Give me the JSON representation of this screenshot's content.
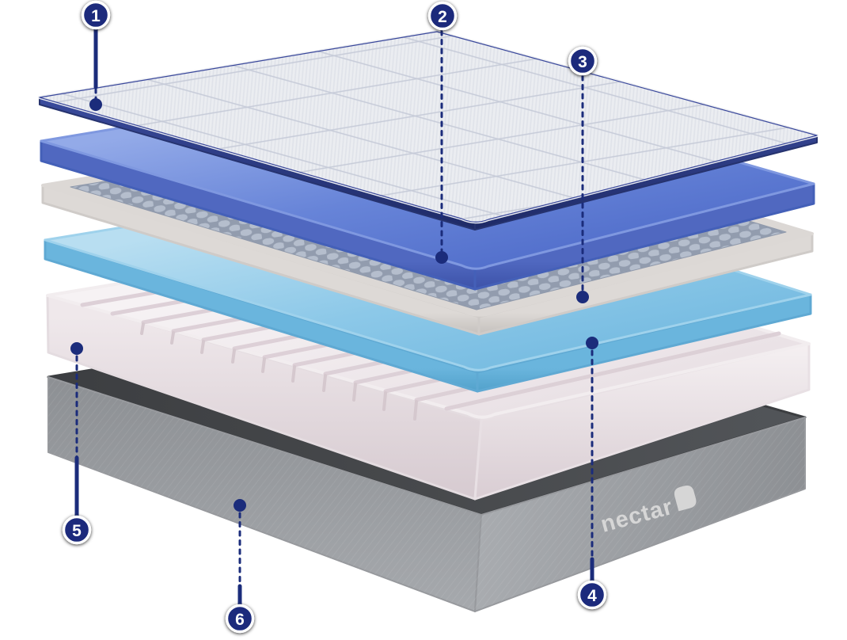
{
  "page": {
    "background": "#ffffff"
  },
  "brand": {
    "logo_text": "nectar",
    "logo_icon": "rounded-square-icon",
    "logo_color": "#d6d6d6"
  },
  "diagram": {
    "type": "mattress-exploded-view",
    "description": "Exploded 3D view of a six-layer mattress with numbered callouts",
    "callouts": [
      {
        "label": "1",
        "points_to": "quilted white cover layer"
      },
      {
        "label": "2",
        "points_to": "blue foam layer"
      },
      {
        "label": "3",
        "points_to": "cream layer with woven textured top"
      },
      {
        "label": "4",
        "points_to": "light blue cooling foam layer"
      },
      {
        "label": "5",
        "points_to": "thick white channeled foam core"
      },
      {
        "label": "6",
        "points_to": "gray fabric base with nectar logo"
      }
    ],
    "layers": [
      {
        "index": 1,
        "appearance": "white quilted cover with diamond stitch pattern and navy trim edge",
        "color": "#ebedf1",
        "trim_color": "#2b3a85"
      },
      {
        "index": 2,
        "appearance": "medium blue foam layer",
        "color": "#5d7bd1"
      },
      {
        "index": 3,
        "appearance": "cream foam layer with gray-blue woven texture on top",
        "color": "#d8d4d1",
        "texture_color": "#a9b2c4"
      },
      {
        "index": 4,
        "appearance": "light blue foam layer",
        "color": "#82c1e4"
      },
      {
        "index": 5,
        "appearance": "thick white foam core with diagonal channel grooves",
        "color": "#f0ebee"
      },
      {
        "index": 6,
        "appearance": "gray fabric base with dark top surface",
        "color": "#9a9da1",
        "top_color": "#404346"
      }
    ],
    "colors": {
      "badge_fill": "#1b2c7b",
      "badge_ring": "#ffffff",
      "callout_line": "#1b2c7b"
    }
  }
}
